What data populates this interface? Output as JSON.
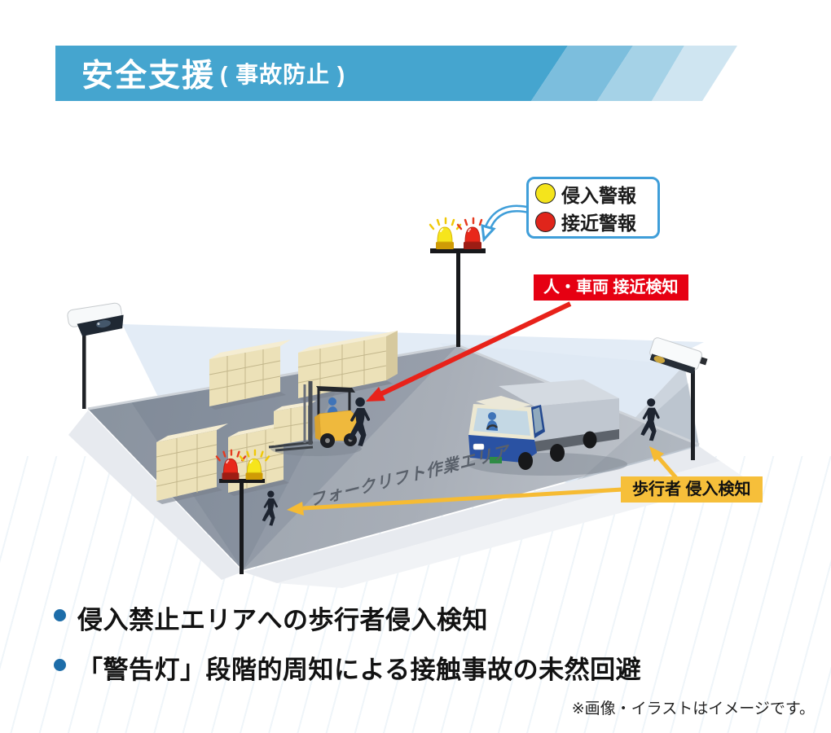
{
  "header": {
    "title_main": "安全支援",
    "title_sub": "( 事故防止 )"
  },
  "legend": {
    "items": [
      {
        "label": "侵入警報",
        "color": "#f4e41c"
      },
      {
        "label": "接近警報",
        "color": "#e0251b"
      }
    ]
  },
  "callouts": {
    "approach_label": "人・車両 接近検知",
    "pedestrian_label": "歩行者 侵入検知"
  },
  "scene": {
    "floor_label": "フォークリフト作業エリア",
    "icons": [
      "camera-left",
      "camera-right",
      "warning-light-pole-top",
      "warning-light-pole-left",
      "forklift",
      "truck",
      "pedestrian",
      "box-stacks"
    ]
  },
  "bullets": [
    "侵入禁止エリアへの歩行者侵入検知",
    "「警告灯」段階的周知による接触事故の未然回避"
  ],
  "footer": {
    "note": "※画像・イラストはイメージです。"
  },
  "colors": {
    "header_blue": "#45a5cf",
    "header_stripes": [
      "#7cbedd",
      "#a5d2e7",
      "#cfe5f1"
    ],
    "alert_red": "#e60012",
    "alert_yellow": "#f6bf3a",
    "beacon_yellow": "#f4e41c",
    "beacon_red": "#e5281a",
    "bullet_blue": "#1d6da9",
    "legend_border": "#3f9ed9"
  }
}
